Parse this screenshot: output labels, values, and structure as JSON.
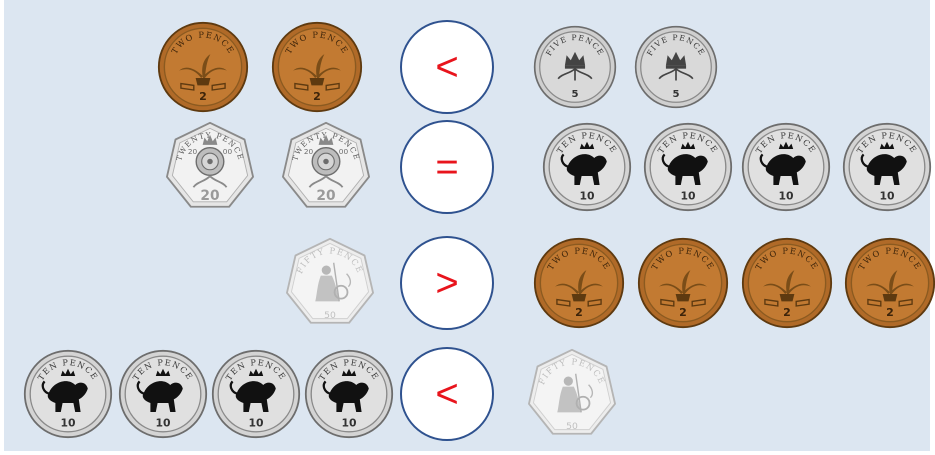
{
  "colors": {
    "background": "#dce6f1",
    "symbol_fill": "#ffffff",
    "symbol_border": "#2f528f",
    "symbol_text": "#e8141c"
  },
  "coins": {
    "two_pence": {
      "top_text": "TWO PENCE",
      "value": "2",
      "icon": "feathers-crown-icon"
    },
    "five_pence": {
      "top_text": "FIVE PENCE",
      "value": "5",
      "icon": "crown-thistle-icon"
    },
    "ten_pence": {
      "top_text": "TEN PENCE",
      "value": "10",
      "icon": "lion-icon"
    },
    "twenty_pence": {
      "top_text": "TWENTY PENCE",
      "year": "2000",
      "value": "20",
      "icon": "tudor-rose-icon"
    },
    "fifty_pence": {
      "top_text": "FIFTY PENCE",
      "value": "50",
      "icon": "britannia-icon"
    }
  },
  "rows": [
    {
      "left": [
        "two_pence",
        "two_pence"
      ],
      "symbol": "<",
      "right": [
        "five_pence",
        "five_pence"
      ]
    },
    {
      "left": [
        "twenty_pence",
        "twenty_pence"
      ],
      "symbol": "=",
      "right": [
        "ten_pence",
        "ten_pence",
        "ten_pence",
        "ten_pence"
      ]
    },
    {
      "left": [
        "fifty_pence"
      ],
      "symbol": ">",
      "right": [
        "two_pence",
        "two_pence",
        "two_pence",
        "two_pence"
      ]
    },
    {
      "left": [
        "ten_pence",
        "ten_pence",
        "ten_pence",
        "ten_pence"
      ],
      "symbol": "<",
      "right": [
        "fifty_pence"
      ]
    }
  ]
}
